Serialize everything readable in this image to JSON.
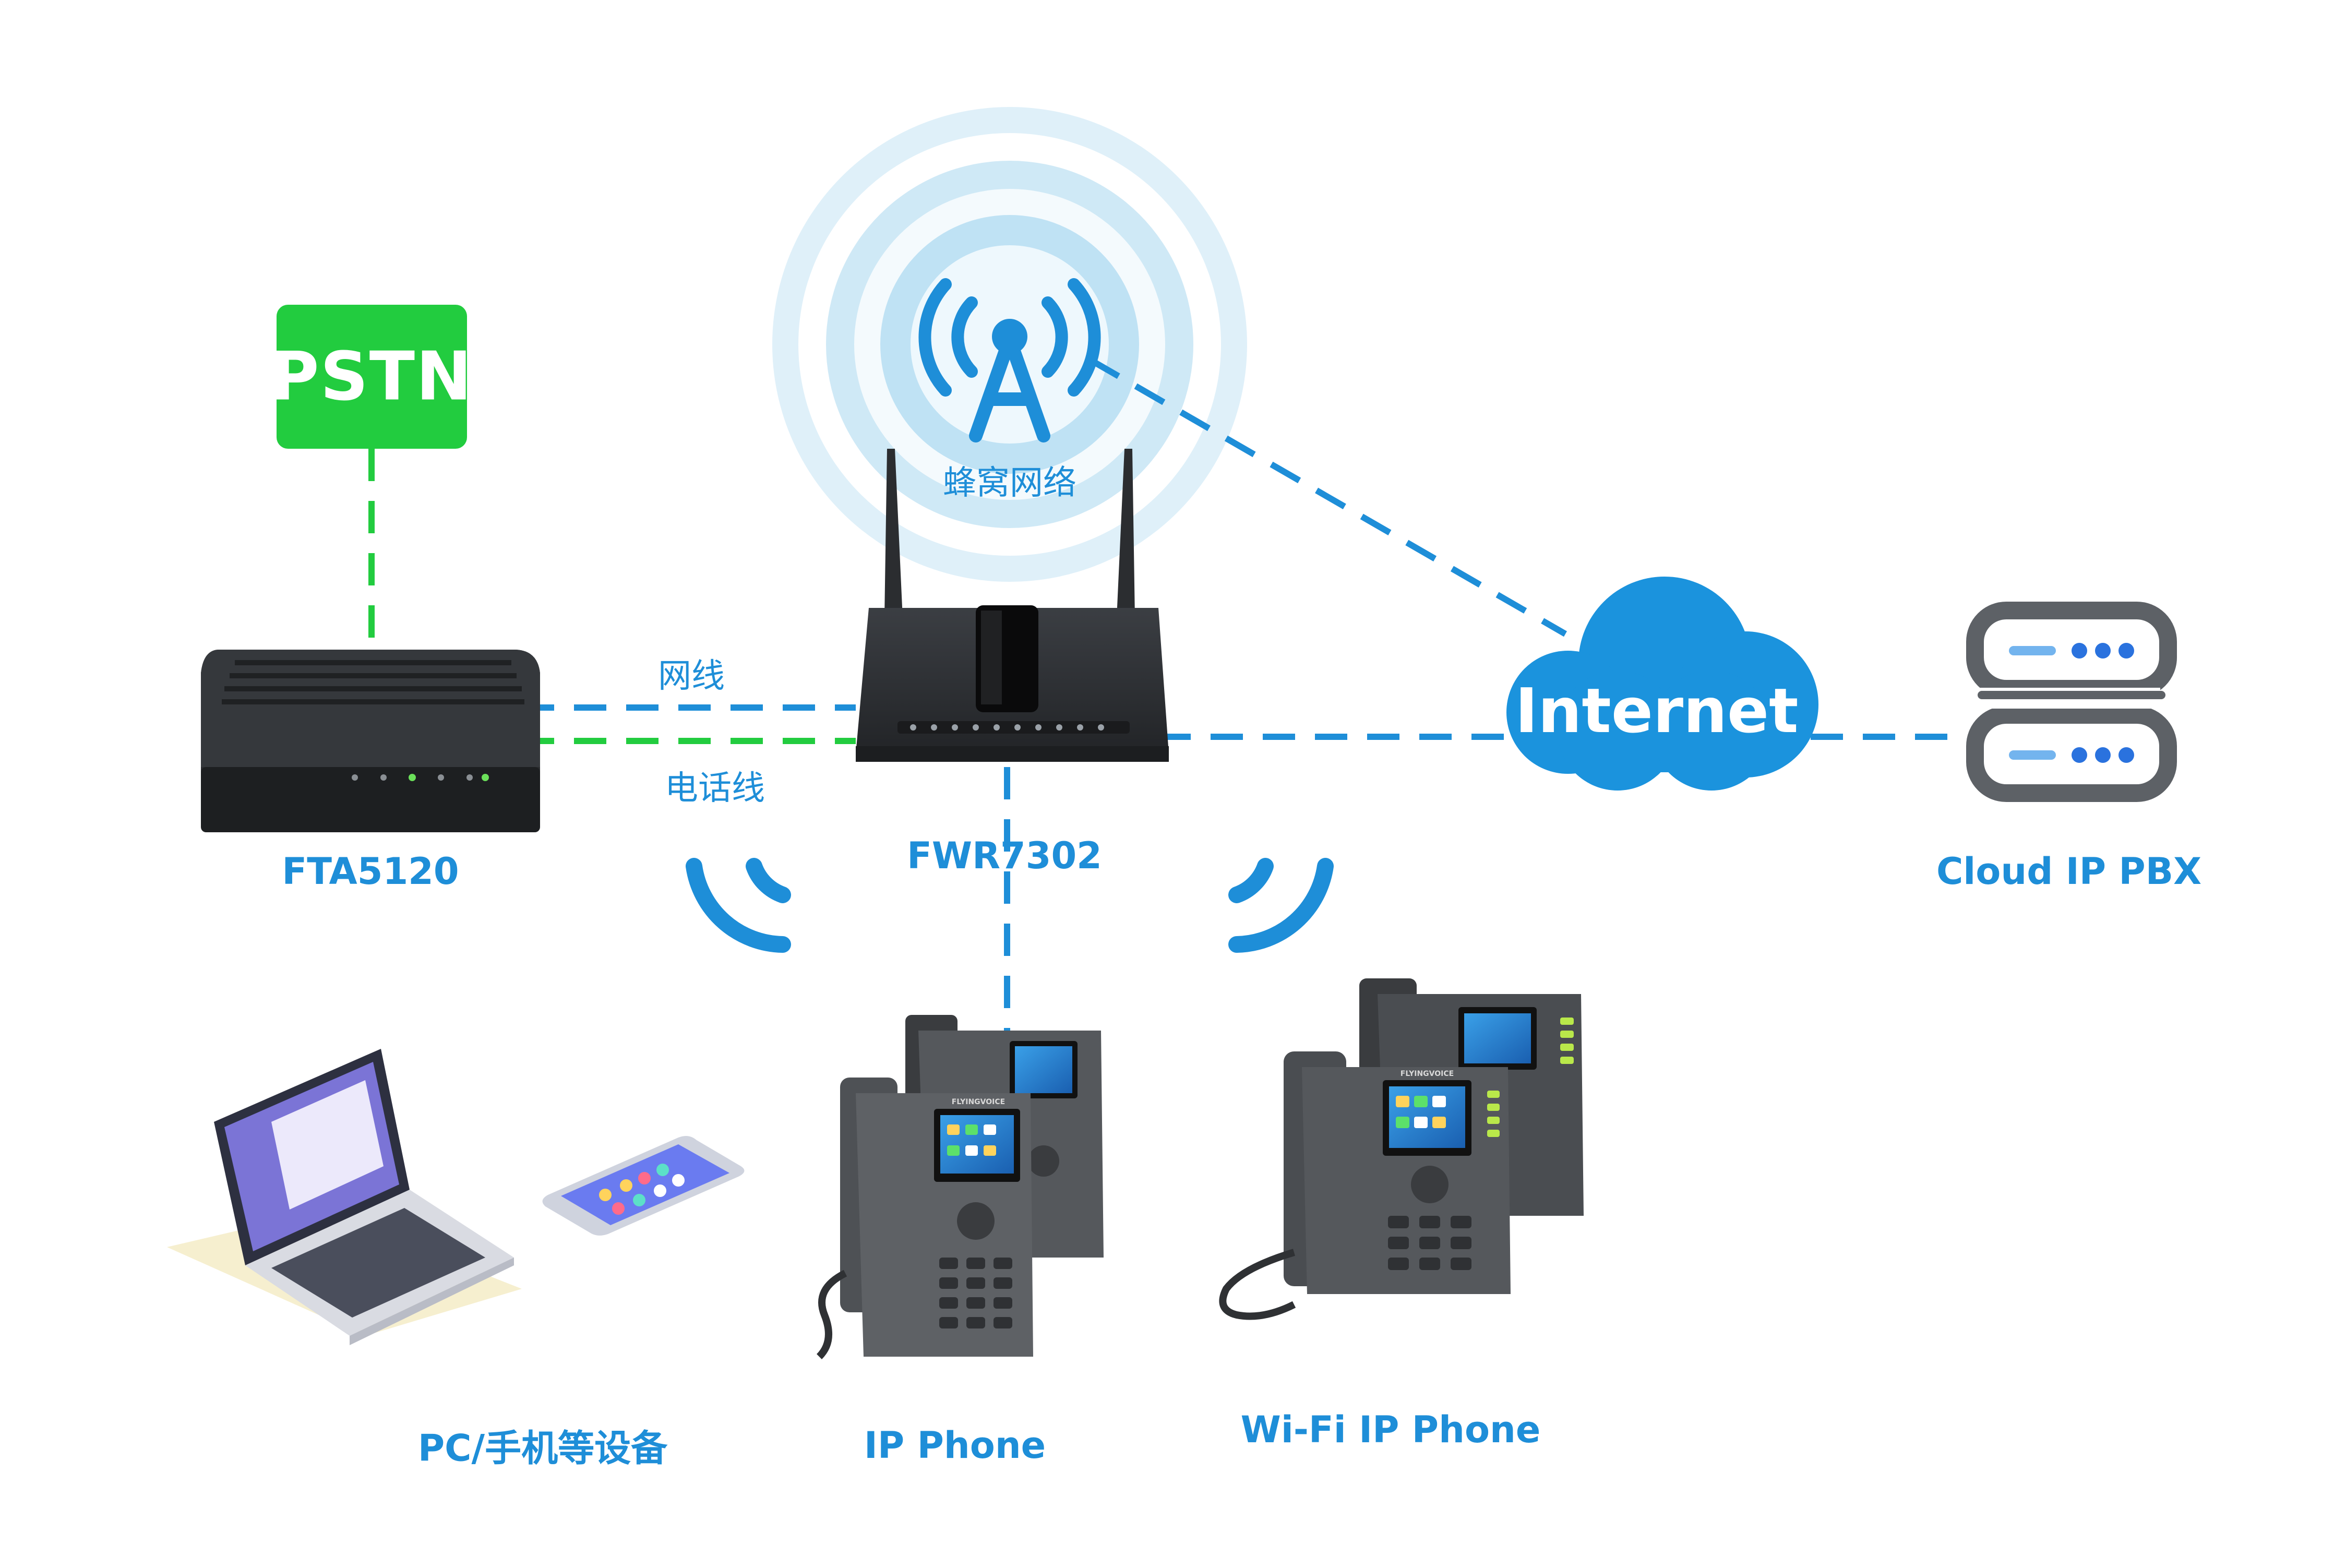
{
  "colors": {
    "accent_blue": "#1e8ed8",
    "pstn_green": "#22cc3f",
    "cloud_blue": "#1b93dd",
    "device_dark": "#2b2d30"
  },
  "nodes": {
    "pstn": "PSTN",
    "cellular": "蜂窝网络",
    "internet": "Internet",
    "fta": "FTA5120",
    "fwr": "FWR7302",
    "cloud_pbx": "Cloud IP PBX",
    "pc_mobile": "PC/手机等设备",
    "ip_phone": "IP Phone",
    "wifi_phone": "Wi-Fi IP Phone",
    "phone_brand": "FLYINGVOICE"
  },
  "links": {
    "ethernet": "网线",
    "phone_line": "电话线"
  },
  "icons": {
    "tower": "cell-tower-icon",
    "cloud": "cloud-icon",
    "server": "server-icon",
    "wifi": "wifi-signal-icon"
  }
}
